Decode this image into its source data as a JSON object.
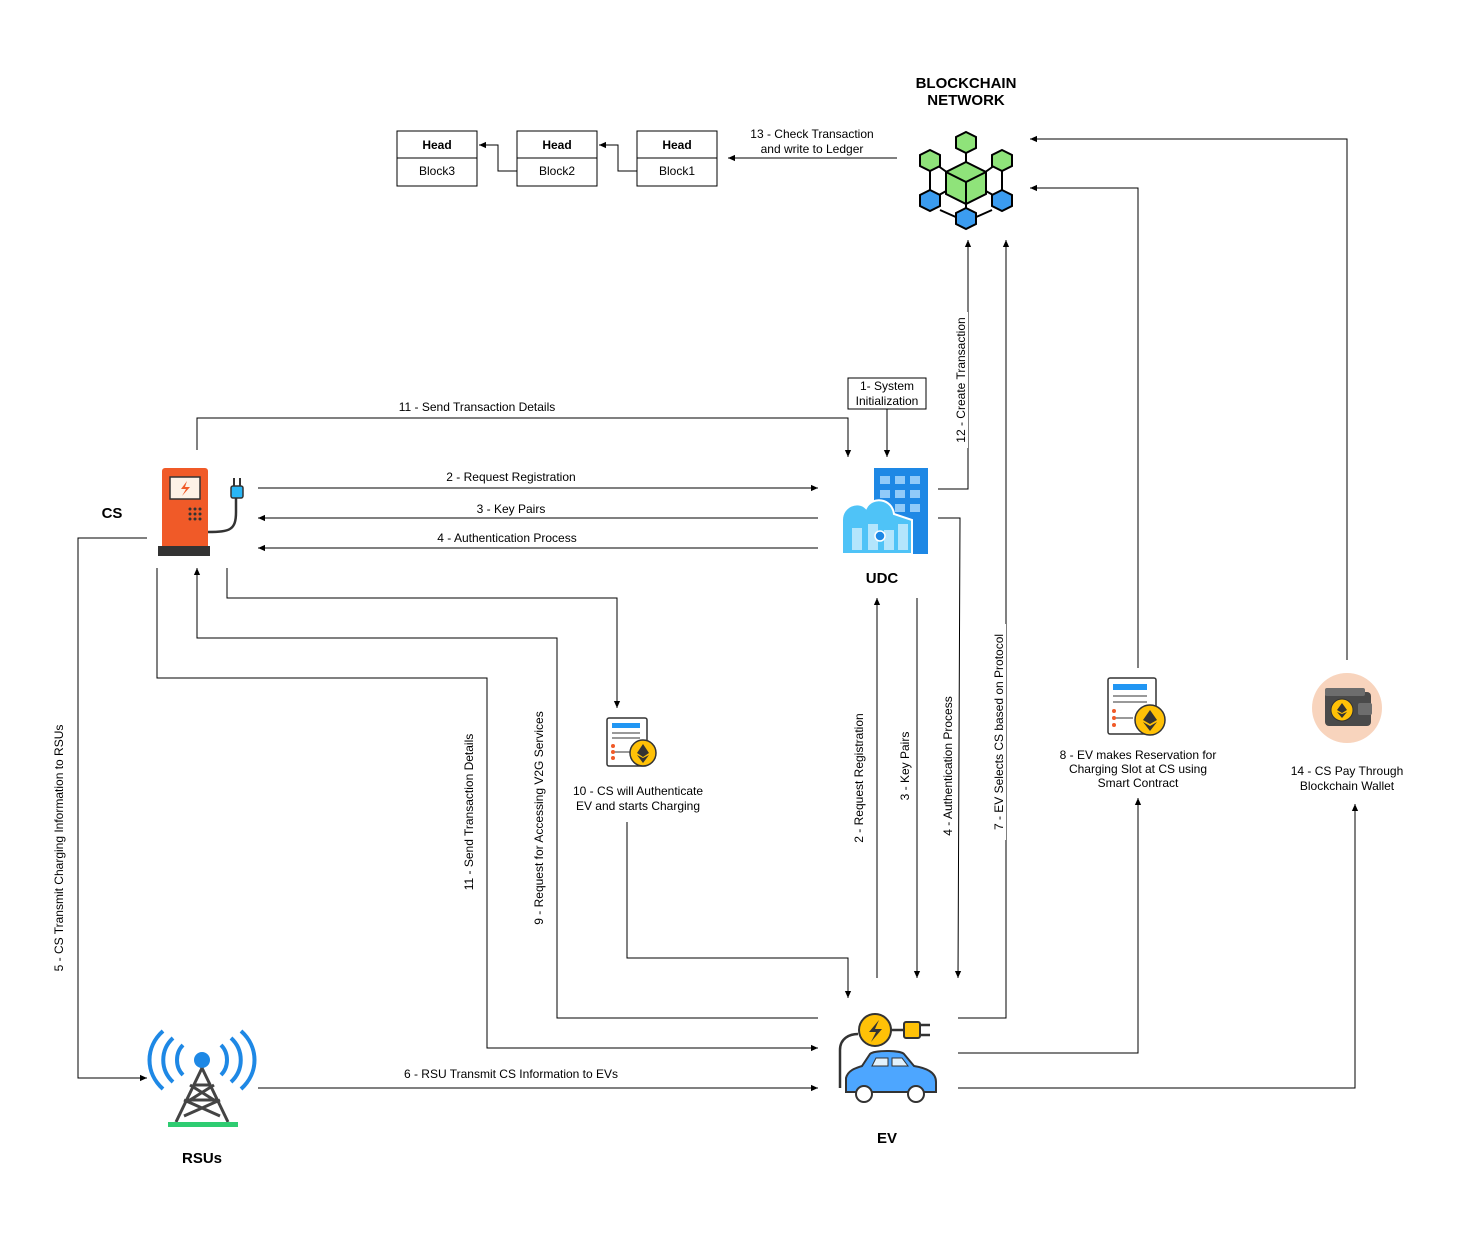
{
  "nodes": {
    "blockchain": {
      "title_line1": "BLOCKCHAIN",
      "title_line2": "NETWORK"
    },
    "cs": {
      "title": "CS"
    },
    "udc": {
      "title": "UDC"
    },
    "ev": {
      "title": "EV"
    },
    "rsus": {
      "title": "RSUs"
    },
    "contract_cs": {
      "line1": "10 - CS will Authenticate",
      "line2": "EV and starts Charging"
    },
    "contract_ev": {
      "line1": "8 - EV makes Reservation for",
      "line2": "Charging Slot at CS using",
      "line3": "Smart Contract"
    },
    "wallet": {
      "line1": "14 - CS Pay Through",
      "line2": "Blockchain Wallet"
    }
  },
  "ledger": {
    "blocks": [
      {
        "head": "Head",
        "name": "Block3"
      },
      {
        "head": "Head",
        "name": "Block2"
      },
      {
        "head": "Head",
        "name": "Block1"
      }
    ]
  },
  "edges": {
    "e1": {
      "line1": "1- System",
      "line2": "Initialization"
    },
    "e2": "2 - Request Registration",
    "e3": "3 - Key Pairs",
    "e4": "4 - Authentication Process",
    "e5": "5 - CS Transmit  Charging Information to RSUs",
    "e6": "6 - RSU Transmit CS Information to EVs",
    "e7": "7 - EV Selects CS based  on Protocol",
    "e9": "9 - Request for Accessing V2G Services",
    "e11": "11 - Send Transaction Details",
    "e12": "12 - Create Transaction",
    "e13": {
      "line1": "13 - Check Transaction",
      "line2": "and write to Ledger"
    },
    "ev_e2": "2 - Request Registration",
    "ev_e3": "3 - Key Pairs",
    "ev_e4": "4 - Authentication Process",
    "cs_e11": "11 - Send Transaction Details"
  },
  "colors": {
    "cs_body": "#f05a28",
    "udc_blue": "#1e88e5",
    "udc_cyan": "#4fc3f7",
    "ev_car": "#4da6ff",
    "ev_bolt": "#ffc107",
    "rsu_blue": "#1e88e5",
    "rsu_green": "#2ecc71",
    "cube_green": "#8fe37a",
    "cube_blue": "#3b9cf0",
    "wallet_bg": "#f8d4bd"
  }
}
